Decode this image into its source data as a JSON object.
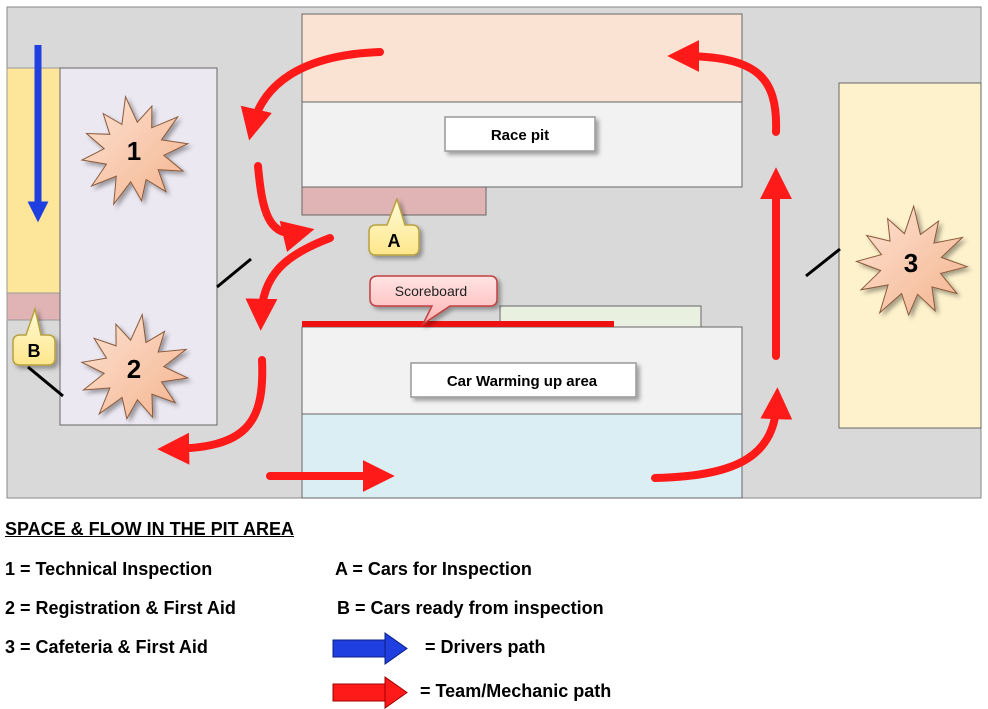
{
  "diagram": {
    "race_pit_label": "Race pit",
    "warmup_label": "Car Warming up area",
    "scoreboard_label": "Scoreboard",
    "callout_a": "A",
    "callout_b": "B",
    "star_1": "1",
    "star_2": "2",
    "star_3": "3"
  },
  "legend": {
    "title": "SPACE & FLOW IN THE PIT AREA",
    "item_1": "1 = Technical Inspection",
    "item_2": "2 = Registration & First Aid",
    "item_3": "3 = Cafeteria & First Aid",
    "item_a": "A = Cars for Inspection",
    "item_b": "B = Cars ready from inspection",
    "drivers_path": "= Drivers path",
    "team_path": "= Team/Mechanic path"
  },
  "colors": {
    "ground": "#d9d9d9",
    "drivers_arrow": "#1f3fe0",
    "team_arrow": "#ff1a1a",
    "star_fill": "#f9ccb0",
    "race_pit_top": "#fbe3d3",
    "warmup_bottom": "#dbeef4",
    "left_strip": "#fde69a",
    "right_building": "#fef2cc",
    "staging_pink": "#e0b4b4",
    "callout_yellow": "#fff2a8",
    "scoreboard_pink": "#ffc8c8"
  }
}
